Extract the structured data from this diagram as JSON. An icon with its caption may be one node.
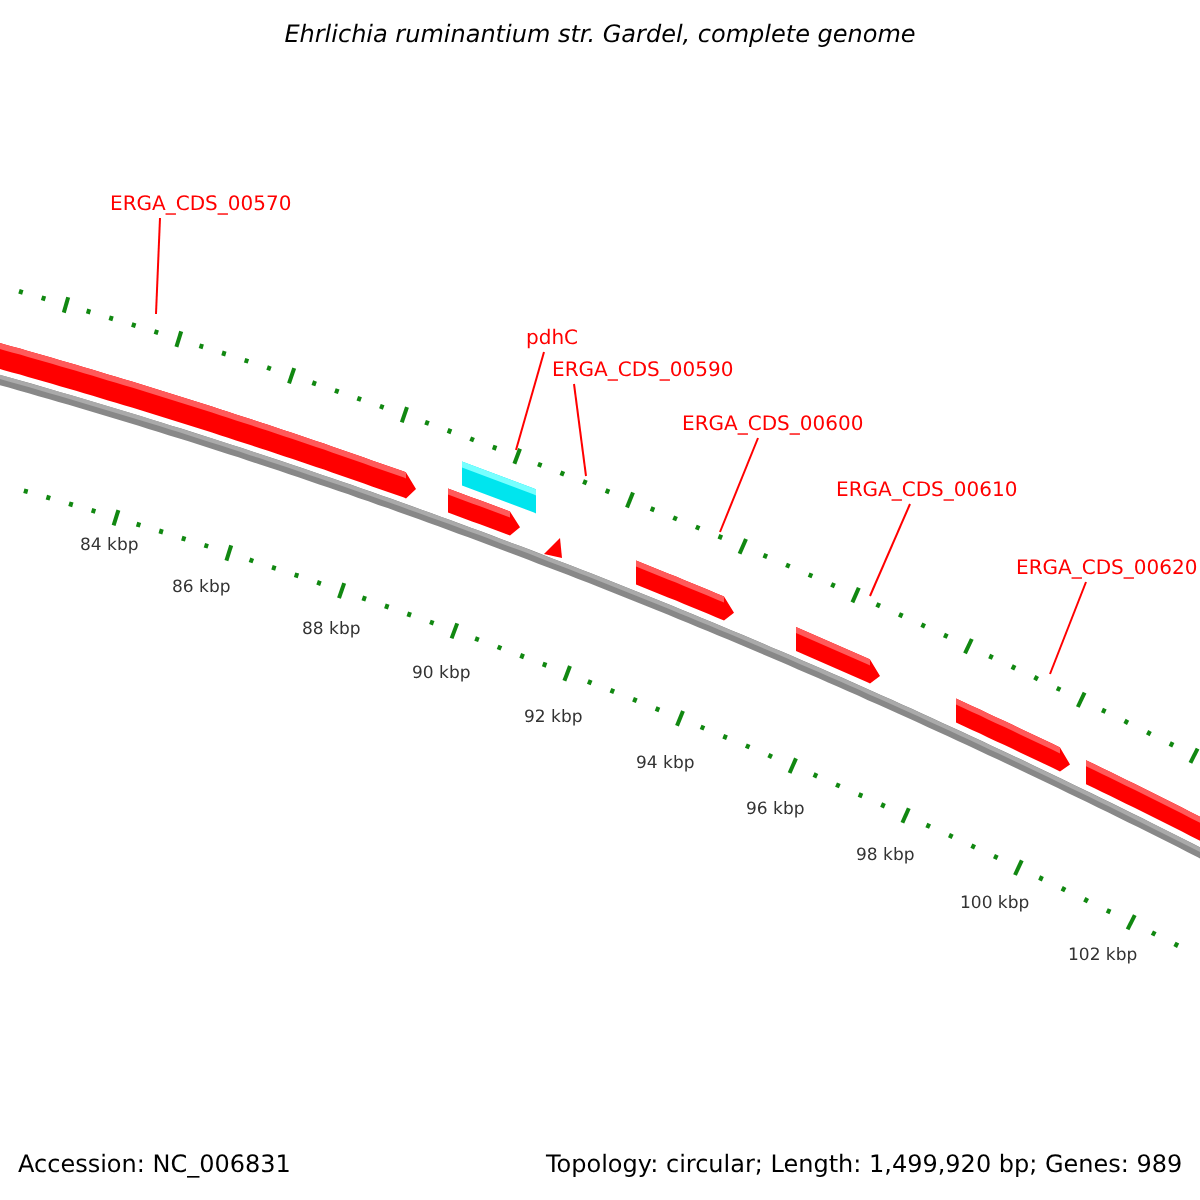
{
  "diagram": {
    "title": "Ehrlichia ruminantium str. Gardel, complete genome",
    "nodes": [
      {
        "text": [
          "ERGA_CDS_00570"
        ]
      },
      {
        "text": [
          "pdhC"
        ]
      },
      {
        "text": [
          "ERGA_CDS_00590"
        ]
      },
      {
        "text": [
          "ERGA_CDS_00600"
        ]
      },
      {
        "text": [
          "ERGA_CDS_00610"
        ]
      },
      {
        "text": [
          "ERGA_CDS_00620"
        ]
      }
    ],
    "edges": [
      {
        "from": 0,
        "to": null,
        "arrow": "none"
      },
      {
        "from": 1,
        "to": null,
        "arrow": "none"
      },
      {
        "from": 2,
        "to": null,
        "arrow": "none"
      },
      {
        "from": 3,
        "to": null,
        "arrow": "none"
      },
      {
        "from": 4,
        "to": null,
        "arrow": "none"
      },
      {
        "from": 5,
        "to": null,
        "arrow": "none"
      }
    ],
    "labels": [
      "84 kbp",
      "86 kbp",
      "88 kbp",
      "90 kbp",
      "92 kbp",
      "94 kbp",
      "96 kbp",
      "98 kbp",
      "100 kbp",
      "102 kbp",
      "Accession: NC_006831",
      "Topology: circular; Length: 1,499,920 bp; Genes: 989"
    ]
  }
}
